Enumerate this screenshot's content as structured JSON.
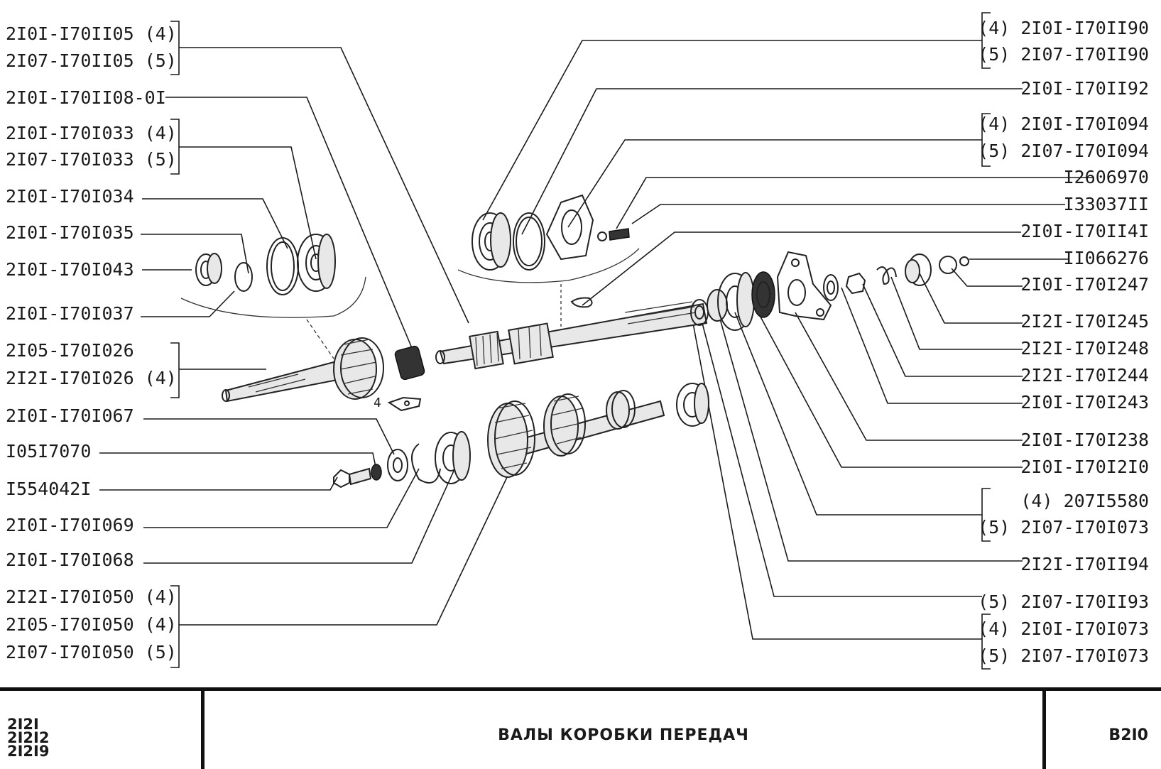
{
  "title_block": {
    "models": [
      "2I2I",
      "2I2I2",
      "2I2I9"
    ],
    "title": "ВАЛЫ КОРОБКИ ПЕРЕДАЧ",
    "code": "В2I0"
  },
  "left_labels": [
    {
      "text": "2I0I-I70II05 (4)"
    },
    {
      "text": "2I07-I70II05 (5)"
    },
    {
      "text": "2I0I-I70II08-0I"
    },
    {
      "text": "2I0I-I70I033 (4)"
    },
    {
      "text": "2I07-I70I033 (5)"
    },
    {
      "text": "2I0I-I70I034"
    },
    {
      "text": "2I0I-I70I035"
    },
    {
      "text": "2I0I-I70I043"
    },
    {
      "text": "2I0I-I70I037"
    },
    {
      "text": "2I05-I70I026"
    },
    {
      "text": "2I2I-I70I026 (4)"
    },
    {
      "text": "2I0I-I70I067"
    },
    {
      "text": "I05I7070"
    },
    {
      "text": "I554042I"
    },
    {
      "text": "2I0I-I70I069"
    },
    {
      "text": "2I0I-I70I068"
    },
    {
      "text": "2I2I-I70I050 (4)"
    },
    {
      "text": "2I05-I70I050 (4)"
    },
    {
      "text": "2I07-I70I050 (5)"
    }
  ],
  "right_labels": [
    {
      "text": "(4) 2I0I-I70II90"
    },
    {
      "text": "(5) 2I07-I70II90"
    },
    {
      "text": "2I0I-I70II92"
    },
    {
      "text": "(4) 2I0I-I70I094"
    },
    {
      "text": "(5) 2I07-I70I094"
    },
    {
      "text": "I2606970"
    },
    {
      "text": "I33037II"
    },
    {
      "text": "2I0I-I70II4I"
    },
    {
      "text": "II066276"
    },
    {
      "text": "2I0I-I70I247"
    },
    {
      "text": "2I2I-I70I245"
    },
    {
      "text": "2I2I-I70I248"
    },
    {
      "text": "2I2I-I70I244"
    },
    {
      "text": "2I0I-I70I243"
    },
    {
      "text": "2I0I-I70I238"
    },
    {
      "text": "2I0I-I70I2I0"
    },
    {
      "text": "(4)     207I5580"
    },
    {
      "text": "(5) 2I07-I70I073"
    },
    {
      "text": "2I2I-I70II94"
    },
    {
      "text": "(5) 2I07-I70II93"
    },
    {
      "text": "(4) 2I0I-I70I073"
    },
    {
      "text": "(5) 2I07-I70I073"
    }
  ],
  "annotation_mark": "4"
}
